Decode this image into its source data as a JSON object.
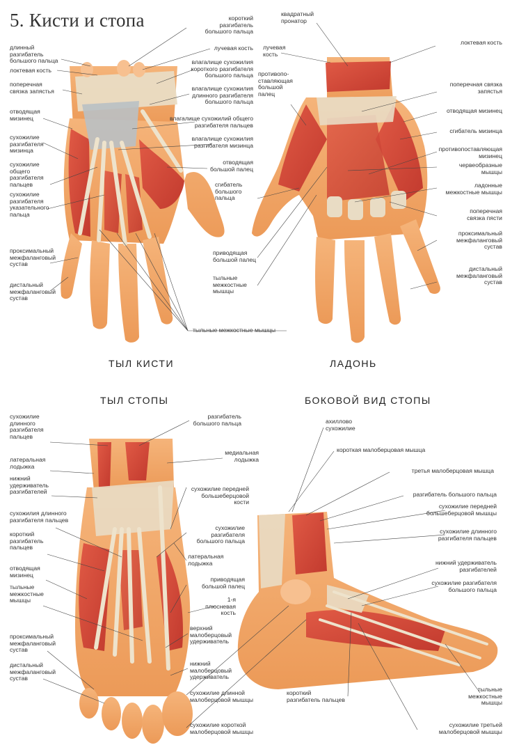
{
  "title": "5. Кисти и стопа",
  "panels": {
    "hand_back": "ТЫЛ КИСТИ",
    "palm": "ЛАДОНЬ",
    "foot_back": "ТЫЛ СТОПЫ",
    "foot_side": "БОКОВОЙ ВИД СТОПЫ"
  },
  "labels": {
    "hb_extensor_long_thumb": "длинный\nразгибатель\nбольшого пальца",
    "hb_ulna": "локтевая кость",
    "hb_transverse_wrist": "поперечная\nсвязка запястья",
    "hb_abductor_little": "отводящая\nмизинец",
    "hb_tendon_extensor_little": "сухожилие\nразгибателя\nмизинца",
    "hb_tendon_common_extensor": "сухожилие\nобщего\nразгибателя\nпальцев",
    "hb_tendon_index_extensor": "сухожилие\nразгибателя\nуказательного\nпальца",
    "hb_prox_joint": "проксимальный\nмежфаланговый\nсустав",
    "hb_dist_joint": "дистальный\nмежфаланговый\nсустав",
    "hb_short_extensor_thumb": "короткий\nразгибатель\nбольшого пальца",
    "hb_radius": "лучевая кость",
    "hb_sheath_short": "влагалище сухожилия\nкороткого разгибателя\nбольшого пальца",
    "hb_sheath_long": "влагалище сухожилия\nдлинного разгибателя\nбольшого пальца",
    "hb_sheath_common": "влагалище сухожилий общего\nразгибателя пальцев",
    "hb_sheath_little": "влагалище сухожилия\nразгибателя мизинца",
    "hb_abductor_thumb": "отводящая\nбольшой палец",
    "hb_dorsal_interossei": "тыльные  межкостные мышцы",
    "pa_pronator": "квадратный\nпронатор",
    "pa_radius": "лучевая\nкость",
    "pa_opponens_thumb": "противопо-\nставляющая\nбольшой\nпалец",
    "pa_flexor_thumb": "сгибатель\nбольшого\nпальца",
    "pa_adductor_thumb": "приводящая\nбольшой палец",
    "pa_dorsal_interossei": "тыльные\nмежкостные\nмышцы",
    "pa_ulna": "локтевая кость",
    "pa_transverse_wrist": "поперечная связка\nзапястья",
    "pa_abductor_little": "отводящая мизинец",
    "pa_flexor_little": "сгибатель мизинца",
    "pa_opponens_little": "противопоставляющая\nмизинец",
    "pa_lumbricals": "червеобразные\nмышцы",
    "pa_palmar_interossei": "ладонные\nмежкостные мышцы",
    "pa_transverse_metacarpal": "поперечная\nсвязка пясти",
    "pa_prox_joint": "проксимальный\nмежфаланговый\nсустав",
    "pa_dist_joint": "дистальный\nмежфаланговый\nсустав",
    "fb_tendon_long_extensor": "сухожилие\nдлинного\nразгибателя\nпальцев",
    "fb_lateral_malleolus": "латеральная\nлодыжка",
    "fb_inferior_retinaculum": "нижний\nудерживатель\nразгибателей",
    "fb_tendons_long_extensor": "сухожилия длинного\nразгибателя пальцев",
    "fb_short_extensor": "короткий\nразгибатель\nпальцев",
    "fb_abductor_little": "отводящая\nмизинец",
    "fb_dorsal_interossei": "тыльные\nмежкостные\nмышцы",
    "fb_prox_joint": "проксимальный\nмежфаланговый\nсустав",
    "fb_dist_joint": "дистальный\nмежфаланговый\nсустав",
    "fb_extensor_hallucis": "разгибатель\nбольшого пальца",
    "fb_medial_malleolus": "медиальная\nлодыжка",
    "fb_tendon_anterior_tibial": "сухожилие передней\nбольшеберцовой\nкости",
    "fb_tendon_extensor_hallucis": "сухожилие\nразгибателя\nбольшого пальца",
    "fb_lateral_malleolus_2": "латеральная\nлодыжка",
    "fb_adductor_hallucis": "приводящая\nбольшой палец",
    "fb_first_metatarsal": "1-я\nплюсневая\nкость",
    "fb_superior_peroneal": "верхний\nмалоберцовый\nудерживатель",
    "fb_inferior_peroneal": "нижний\nмалоберцовый\nудерживатель",
    "fb_tendon_peroneus_longus": "сухожилие длинной\nмалоберцовой мышцы",
    "fb_tendon_peroneus_brevis": "сухожилие короткой\nмалоберцовой мышцы",
    "fs_achilles": "ахиллово\nсухожилие",
    "fs_peroneus_brevis": "короткая малоберцовая мышца",
    "fs_peroneus_tertius": "третья малоберцовая мышца",
    "fs_extensor_hallucis": "разгибатель большого пальца",
    "fs_tendon_anterior_tibial": "сухожилие передней\nбольшеберцовой мышцы",
    "fs_tendon_long_extensor": "сухожилие длинного\nразгибателя пальцев",
    "fs_inferior_retinaculum": "нижний удерживатель\nразгибателей",
    "fs_tendon_extensor_hallucis": "сухожилие разгибателя\nбольшого пальца",
    "fs_short_extensor": "короткий\nразгибатель пальцев",
    "fs_dorsal_interossei": "тыльные\nмежкостные\nмышцы",
    "fs_tendon_peroneus_tertius": "сухожилие третьей\nмалоберцовой мышцы"
  },
  "colors": {
    "skin": "#f2a868",
    "skin_dark": "#e08a48",
    "muscle": "#d8473a",
    "muscle_dark": "#b8322a",
    "tendon": "#e9dcc4",
    "sheath": "#b9c0c4",
    "line": "#444444"
  }
}
